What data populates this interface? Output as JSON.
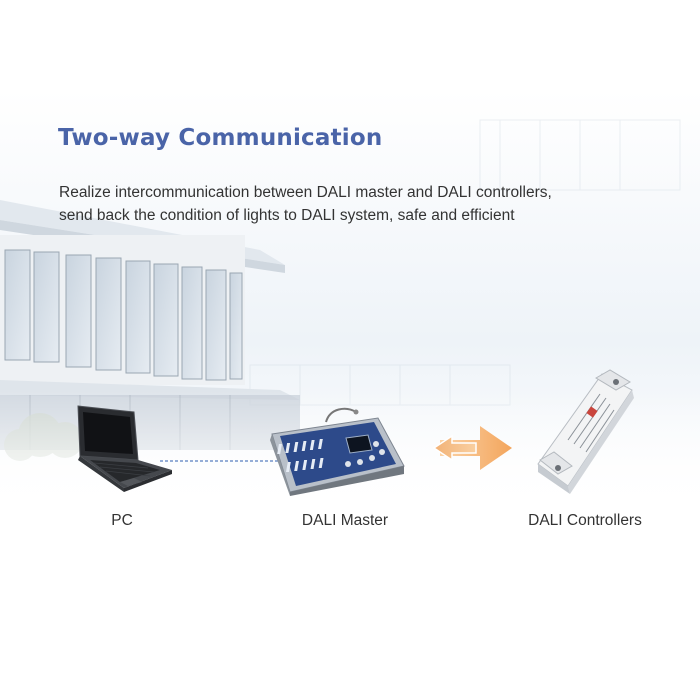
{
  "title": "Two-way Communication",
  "description": {
    "line1": "Realize intercommunication between DALI master and DALI controllers,",
    "line2": "send back the condition of lights to DALI system, safe and efficient"
  },
  "devices": {
    "pc": {
      "label": "PC",
      "icon": "laptop-icon"
    },
    "master": {
      "label": "DALI Master",
      "icon": "lighting-console-icon"
    },
    "controllers": {
      "label": "DALI Controllers",
      "icon": "dali-controller-module-icon"
    }
  },
  "colors": {
    "title": "#4a64a8",
    "text": "#333333",
    "arrow": "#f5b77a",
    "link_line": "#5a7fc0"
  }
}
